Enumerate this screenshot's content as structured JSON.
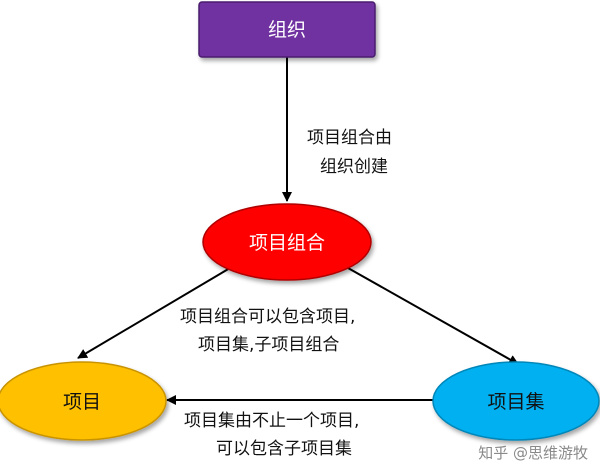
{
  "nodes": {
    "organization": {
      "label": "组织",
      "color": "#7030a0"
    },
    "portfolio": {
      "label": "项目组合",
      "color": "#ff0000"
    },
    "project": {
      "label": "项目",
      "color": "#ffc000"
    },
    "program": {
      "label": "项目集",
      "color": "#00b0f0"
    }
  },
  "edges": {
    "org_to_portfolio": {
      "line1": "项目组合由",
      "line2": "组织创建"
    },
    "portfolio_children": {
      "line1": "项目组合可以包含项目,",
      "line2": "项目集,子项目组合"
    },
    "program_to_project": {
      "line1": "项目集由不止一个项目,",
      "line2": "可以包含子项目集"
    }
  },
  "watermark": "知乎 @思维游牧"
}
